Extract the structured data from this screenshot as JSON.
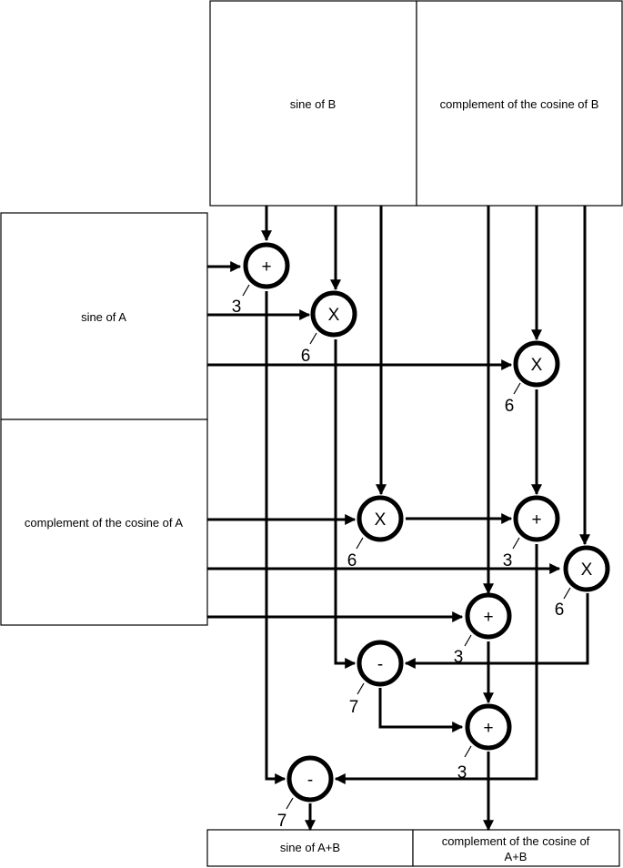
{
  "inputs": {
    "sine_b": "sine of B",
    "comp_cos_b": "complement of the cosine of B",
    "sine_a": "sine of A",
    "comp_cos_a": "complement of the cosine of A"
  },
  "outputs": {
    "sine_ab": "sine of A+B",
    "comp_cos_ab_line1": "complement of the cosine of",
    "comp_cos_ab_line2": "A+B"
  },
  "nodes": {
    "add1": {
      "op": "+",
      "cost": "3"
    },
    "mul1": {
      "op": "X",
      "cost": "6"
    },
    "mul2": {
      "op": "X",
      "cost": "6"
    },
    "mul3": {
      "op": "X",
      "cost": "6"
    },
    "add2": {
      "op": "+",
      "cost": "3"
    },
    "mul4": {
      "op": "X",
      "cost": "6"
    },
    "add3": {
      "op": "+",
      "cost": "3"
    },
    "sub1": {
      "op": "-",
      "cost": "7"
    },
    "add4": {
      "op": "+",
      "cost": "3"
    },
    "sub2": {
      "op": "-",
      "cost": "7"
    }
  }
}
